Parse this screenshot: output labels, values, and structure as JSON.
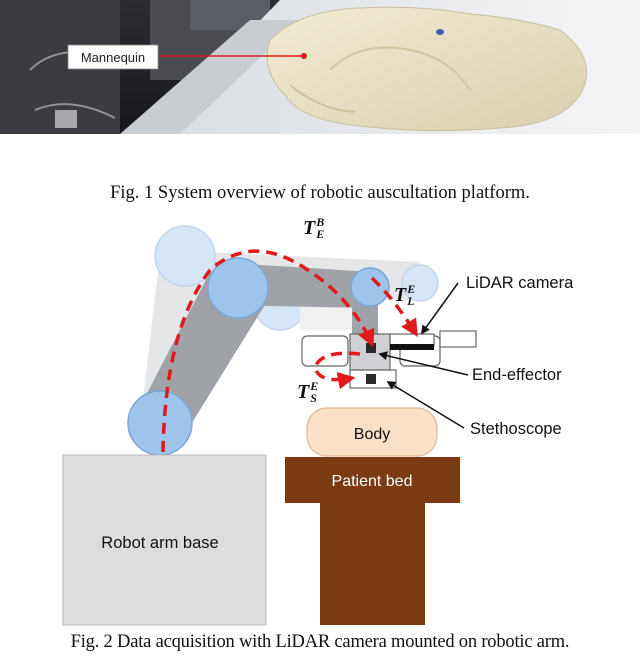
{
  "figure1": {
    "photo_label": "Mannequin",
    "caption": "Fig. 1 System overview of robotic auscultation platform."
  },
  "figure2": {
    "caption": "Fig. 2 Data acquisition with LiDAR camera mounted on robotic arm.",
    "labels": {
      "lidar_camera": "LiDAR camera",
      "end_effector": "End-effector",
      "stethoscope": "Stethoscope",
      "body": "Body",
      "patient_bed": "Patient bed",
      "robot_arm_base": "Robot arm base"
    },
    "transforms": {
      "base_to_end_effector": {
        "symbol": "T",
        "super": "B",
        "sub": "E"
      },
      "lidar_to_end_effector": {
        "symbol": "T",
        "super": "E",
        "sub": "L"
      },
      "stethoscope_to_end_effector": {
        "symbol": "T",
        "super": "E",
        "sub": "S"
      }
    },
    "colors": {
      "transform_path": "#e0191b",
      "bed": "#7a3a12",
      "body": "#fbe0c8",
      "joint_dark": "#9ec4ec",
      "joint_light": "#d6e6f6"
    }
  }
}
